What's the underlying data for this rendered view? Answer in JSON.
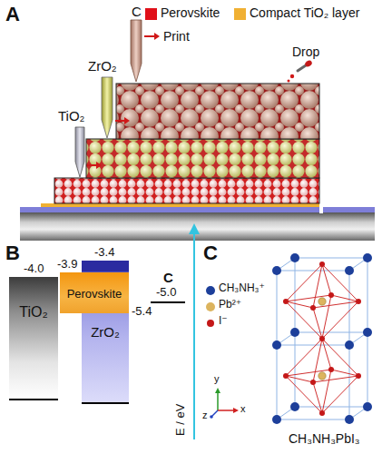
{
  "diagram": {
    "nodes": [
      {
        "text": [
          "TiO₂"
        ]
      },
      {
        "text": [
          "Perovskite"
        ]
      },
      {
        "text": [
          "ZrO₂"
        ]
      }
    ],
    "labels": [
      "A",
      "C",
      "Print",
      "ZrO₂",
      "TiO₂",
      "Drop",
      "B",
      "-4.0",
      "-3.4",
      "-3.9",
      "-5.4",
      "C",
      "-5.0",
      "E / eV",
      "C",
      "y",
      "z",
      "x",
      "CH₃NH₃PbI₃"
    ],
    "legend": [
      {
        "text": "Perovskite",
        "color": "#e0101a"
      },
      {
        "text": "Compact TiO₂ layer",
        "color": "#f0b032"
      },
      {
        "text": "CH₃NH₃⁺",
        "color": "#1d3f9a"
      },
      {
        "text": "Pb²⁺",
        "color": "#dcb45e"
      },
      {
        "text": "I⁻",
        "color": "#c41818"
      }
    ]
  }
}
